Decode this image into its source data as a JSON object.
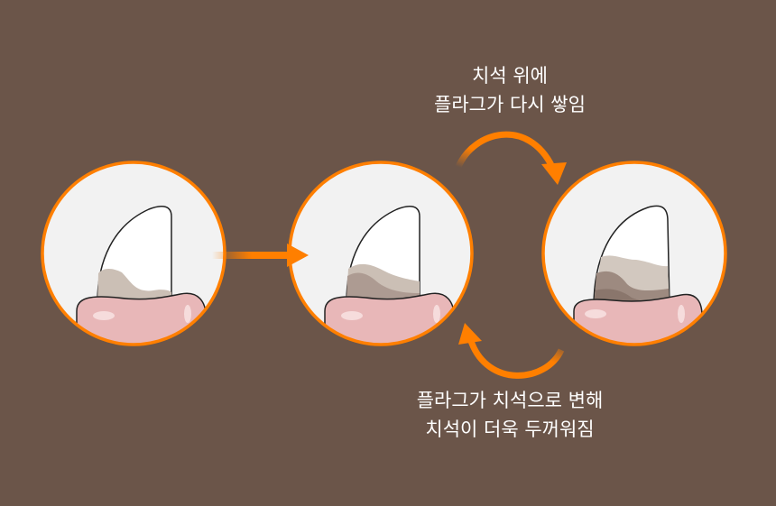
{
  "colors": {
    "background": "#6b5549",
    "accent": "#ff7f00",
    "gum": "#e8b7b8",
    "plaque": "#cbbfb5",
    "tartar": "#9d8a80"
  },
  "stages": [
    {
      "name": "plaque"
    },
    {
      "name": "tartar"
    },
    {
      "name": "thick-tartar"
    }
  ],
  "top_caption": {
    "line1": "치석 위에",
    "line2": "플라그가 다시 쌓임"
  },
  "bottom_caption": {
    "line1": "플라그가 치석으로 변해",
    "line2": "치석이 더욱 두꺼워짐"
  }
}
